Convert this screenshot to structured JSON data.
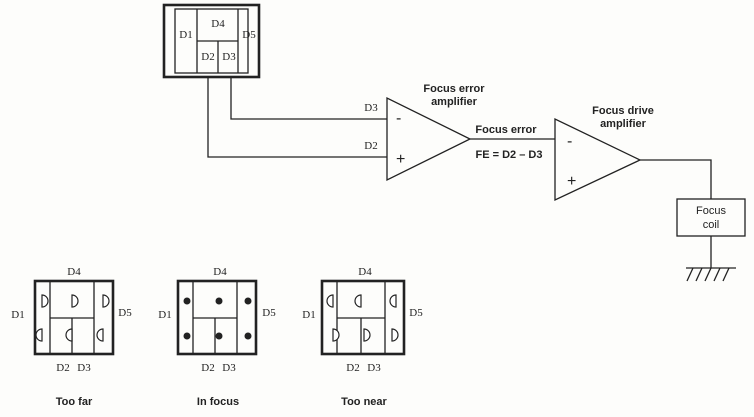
{
  "detector": {
    "d1": "D1",
    "d2": "D2",
    "d3": "D3",
    "d4": "D4",
    "d5": "D5"
  },
  "error_amp": {
    "title_line1": "Focus error",
    "title_line2": "amplifier",
    "minus": "-",
    "plus": "+",
    "input_top": "D3",
    "input_bottom": "D2"
  },
  "focus_error": {
    "label": "Focus error",
    "equation": "FE = D2 – D3"
  },
  "drive_amp": {
    "title_line1": "Focus drive",
    "title_line2": "amplifier",
    "minus": "-",
    "plus": "+"
  },
  "coil": {
    "line1": "Focus",
    "line2": "coil"
  },
  "states": [
    {
      "caption": "Too far",
      "d1": "D1",
      "d2": "D2",
      "d3": "D3",
      "d4": "D4",
      "d5": "D5"
    },
    {
      "caption": "In focus",
      "d1": "D1",
      "d2": "D2",
      "d3": "D3",
      "d4": "D4",
      "d5": "D5"
    },
    {
      "caption": "Too near",
      "d1": "D1",
      "d2": "D2",
      "d3": "D3",
      "d4": "D4",
      "d5": "D5"
    }
  ]
}
